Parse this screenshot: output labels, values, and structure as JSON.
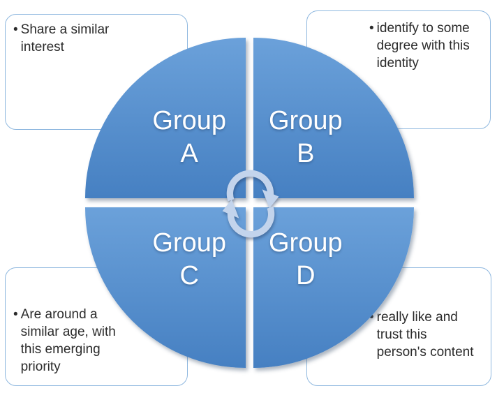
{
  "diagram": {
    "quarters": [
      {
        "id": "A",
        "label": "Group\nA"
      },
      {
        "id": "B",
        "label": "Group\nB"
      },
      {
        "id": "C",
        "label": "Group\nC"
      },
      {
        "id": "D",
        "label": "Group\nD"
      }
    ],
    "callouts": {
      "top_left": {
        "bullet": "•",
        "text": "Share a similar\ninterest"
      },
      "top_right": {
        "bullet": "•",
        "text": "identify to some\ndegree with this\nidentity"
      },
      "bottom_left": {
        "bullet": "•",
        "text": "Are around a\nsimilar age, with\nthis emerging\npriority"
      },
      "bottom_right": {
        "bullet": "•",
        "text": "really like and\ntrust this\nperson's content"
      }
    },
    "icons": {
      "center": "cycle-arrows-icon"
    },
    "colors": {
      "quarter_gradient_top": "#6BA1DA",
      "quarter_gradient_bottom": "#4680C2",
      "callout_border": "#8FB8DF",
      "label_text": "#FFFFFF",
      "body_text": "#2B2B2B",
      "arrow_fill": "#C3D4EC"
    }
  }
}
